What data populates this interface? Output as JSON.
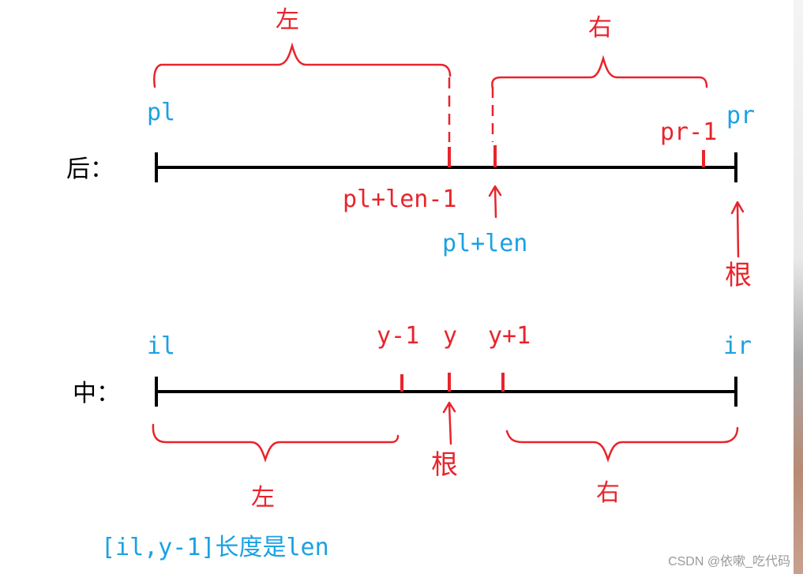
{
  "colors": {
    "line": "#000000",
    "red": "#e8242c",
    "blue": "#1ba1e2",
    "watermark": "#9a9a9a"
  },
  "postorder": {
    "row_label": "后：",
    "left_brace_label": "左",
    "right_brace_label": "右",
    "pl": "pl",
    "pr": "pr",
    "pr_minus_1": "pr-1",
    "pl_len_minus_1": "pl+len-1",
    "pl_len": "pl+len",
    "root_label": "根"
  },
  "inorder": {
    "row_label": "中：",
    "il": "il",
    "ir": "ir",
    "y_minus_1": "y-1",
    "y": "y",
    "y_plus_1": "y+1",
    "root_label": "根",
    "left_brace_label": "左",
    "right_brace_label": "右"
  },
  "note": "[il,y-1]长度是len",
  "watermark": "CSDN @依嗽_吃代码"
}
